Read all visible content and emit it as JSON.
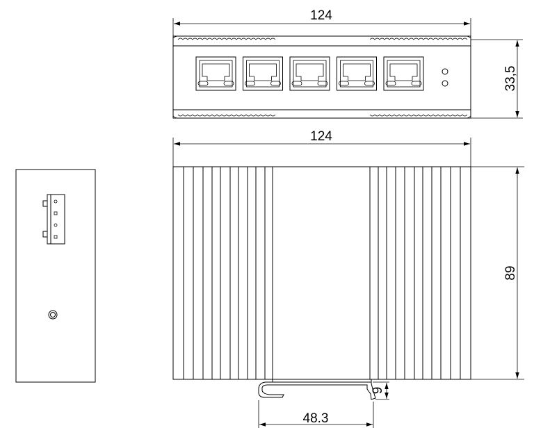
{
  "dimensions": {
    "top_width": "124",
    "top_height": "33,5",
    "front_width": "124",
    "front_height": "89",
    "rail_width": "48.3",
    "rail_height": "9"
  },
  "ports": {
    "rj45_count": 5,
    "led_count": 2
  },
  "side_view": {
    "terminal_pins": 4
  }
}
